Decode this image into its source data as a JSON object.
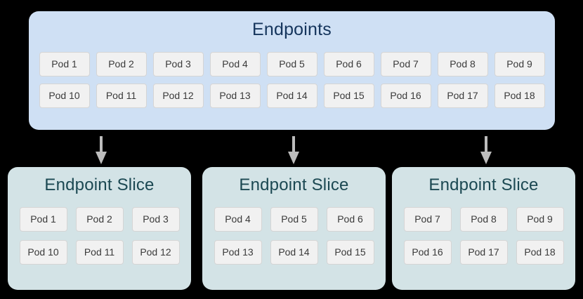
{
  "diagram": {
    "background_color": "#000000",
    "endpoints": {
      "title": "Endpoints",
      "panel_color": "#cfe0f4",
      "title_color": "#15355c",
      "rows": [
        [
          "Pod 1",
          "Pod 2",
          "Pod 3",
          "Pod 4",
          "Pod 5",
          "Pod 6",
          "Pod 7",
          "Pod 8",
          "Pod 9"
        ],
        [
          "Pod 10",
          "Pod 11",
          "Pod 12",
          "Pod 13",
          "Pod 14",
          "Pod 15",
          "Pod 16",
          "Pod 17",
          "Pod 18"
        ]
      ]
    },
    "arrows": [
      {
        "name": "arrow-to-slice-1",
        "direction": "down",
        "color": "#bdbdbd"
      },
      {
        "name": "arrow-to-slice-2",
        "direction": "down",
        "color": "#bdbdbd"
      },
      {
        "name": "arrow-to-slice-3",
        "direction": "down",
        "color": "#bdbdbd"
      }
    ],
    "slices": [
      {
        "title": "Endpoint Slice",
        "panel_color": "#d3e3e6",
        "title_color": "#1b4852",
        "rows": [
          [
            "Pod 1",
            "Pod 2",
            "Pod 3"
          ],
          [
            "Pod 10",
            "Pod 11",
            "Pod 12"
          ]
        ]
      },
      {
        "title": "Endpoint Slice",
        "panel_color": "#d3e3e6",
        "title_color": "#1b4852",
        "rows": [
          [
            "Pod 4",
            "Pod 5",
            "Pod 6"
          ],
          [
            "Pod 13",
            "Pod 14",
            "Pod 15"
          ]
        ]
      },
      {
        "title": "Endpoint Slice",
        "panel_color": "#d3e3e6",
        "title_color": "#1b4852",
        "rows": [
          [
            "Pod 7",
            "Pod 8",
            "Pod 9"
          ],
          [
            "Pod 16",
            "Pod 17",
            "Pod 18"
          ]
        ]
      }
    ],
    "pod_chip": {
      "fill_color": "#f1f1f1",
      "border_color": "#d5d5d5",
      "text_color": "#3a3a3a"
    }
  }
}
